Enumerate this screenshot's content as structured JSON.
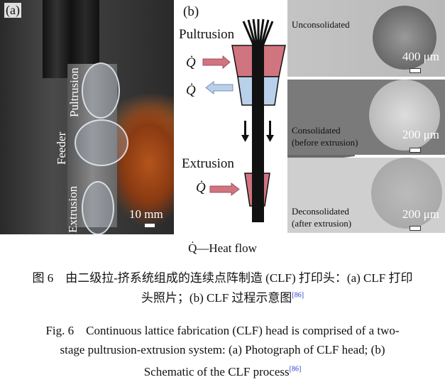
{
  "panel_a": {
    "label": "(a)",
    "pultrusion": "Pultrusion",
    "feeder": "Feeder",
    "extrusion": "Extrusion",
    "scale": "10 mm"
  },
  "panel_b": {
    "label": "(b)",
    "pultrusion": "Pultrusion",
    "extrusion": "Extrusion",
    "q_symbol": "Q̇",
    "colors": {
      "heat": "#d07480",
      "cool": "#b8d0ea"
    }
  },
  "micrographs": [
    {
      "label_lines": [
        "Unconsolidated"
      ],
      "scale": "400 μm"
    },
    {
      "label_lines": [
        "Consolidated",
        "(before extrusion)"
      ],
      "scale": "200 μm"
    },
    {
      "label_lines": [
        "Deconsolidated",
        "(after extrusion)"
      ],
      "scale": "200 μm"
    }
  ],
  "legend": "Q̇—Heat flow",
  "caption_cn": {
    "line1": "图 6　由二级拉-挤系统组成的连续点阵制造 (CLF) 打印头：(a) CLF 打印",
    "line2": "头照片；(b) CLF 过程示意图",
    "ref": "[86]"
  },
  "caption_en": {
    "line1": "Fig. 6　Continuous lattice fabrication (CLF) head is comprised of a two-",
    "line2": "stage pultrusion-extrusion system: (a) Photograph of CLF head; (b)",
    "line3": "Schematic of the CLF process",
    "ref": "[86]"
  }
}
